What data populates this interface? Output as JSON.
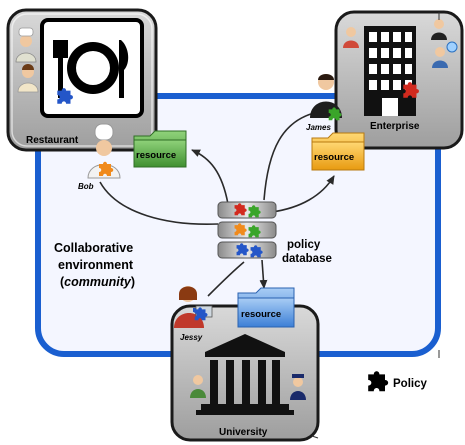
{
  "community": {
    "line1": "Collaborative",
    "line2": "environment",
    "line3": "community",
    "open_paren": "(",
    "close_paren": ")"
  },
  "database": {
    "line1": "policy",
    "line2": "database"
  },
  "nodes": {
    "restaurant": {
      "label": "Restaurant"
    },
    "enterprise": {
      "label": "Enterprise"
    },
    "university": {
      "label": "University"
    }
  },
  "people": {
    "bob": "Bob",
    "james": "James",
    "jessy": "Jessy"
  },
  "resources": {
    "restaurant_resource": {
      "label": "resource",
      "color": "#5aa845"
    },
    "enterprise_resource": {
      "label": "resource",
      "color": "#f2b632"
    },
    "university_resource": {
      "label": "resource",
      "color": "#5b9bd5"
    }
  },
  "legend": {
    "label": "Policy",
    "icon": "puzzle-piece-icon"
  },
  "colors": {
    "environment_border": "#1a5fd0",
    "environment_fill": "#f4f6ff",
    "puzzle_red": "#d22a1e",
    "puzzle_green": "#3aa52a",
    "puzzle_blue": "#2456c8",
    "puzzle_orange": "#f08a1c"
  }
}
